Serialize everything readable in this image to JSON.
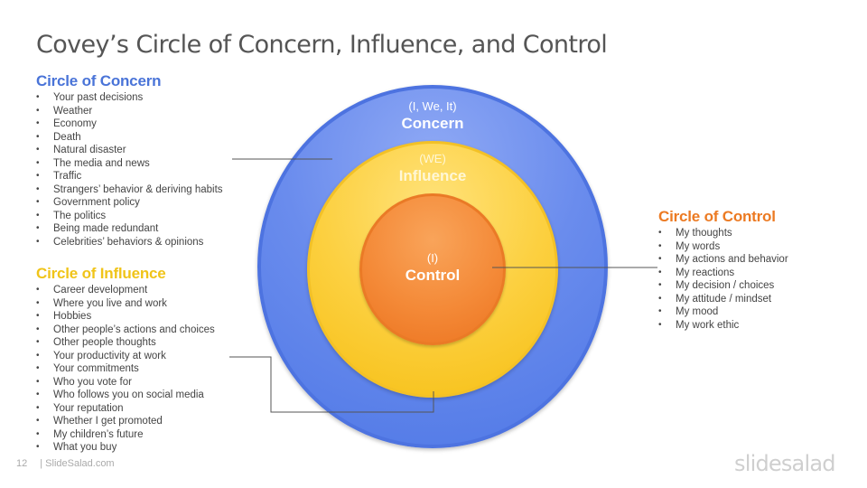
{
  "title": "Covey’s Circle of Concern, Influence, and Control",
  "concern": {
    "heading": "Circle of Concern",
    "items": [
      "Your past decisions",
      "Weather",
      "Economy",
      "Death",
      "Natural disaster",
      "The media and news",
      "Traffic",
      "Strangers’ behavior & deriving habits",
      "Government policy",
      "The politics",
      "Being made redundant",
      "Celebrities’ behaviors & opinions"
    ]
  },
  "influence": {
    "heading": "Circle of Influence",
    "items": [
      "Career development",
      "Where you live and work",
      "Hobbies",
      "Other people’s actions and choices",
      "Other people thoughts",
      "Your productivity at work",
      "Your commitments",
      "Who you vote for",
      "Who follows you on social media",
      "Your reputation",
      "Whether I get promoted",
      "My children’s  future",
      "What you buy"
    ]
  },
  "control": {
    "heading": "Circle of Control",
    "items": [
      "My thoughts",
      "My words",
      "My actions and behavior",
      "My reactions",
      "My decision / choices",
      "My attitude / mindset",
      "My mood",
      "My work ethic"
    ]
  },
  "circles": {
    "concern": {
      "sub": "(I, We, It)",
      "main": "Concern"
    },
    "influence": {
      "sub": "(WE)",
      "main": "Influence"
    },
    "control": {
      "sub": "(I)",
      "main": "Control"
    }
  },
  "footer": {
    "page": "12",
    "site": "| SlideSalad.com"
  },
  "logo": "slidesalad",
  "colors": {
    "concern": "#4a74d8",
    "influence": "#f0c419",
    "control": "#ec7a22"
  }
}
